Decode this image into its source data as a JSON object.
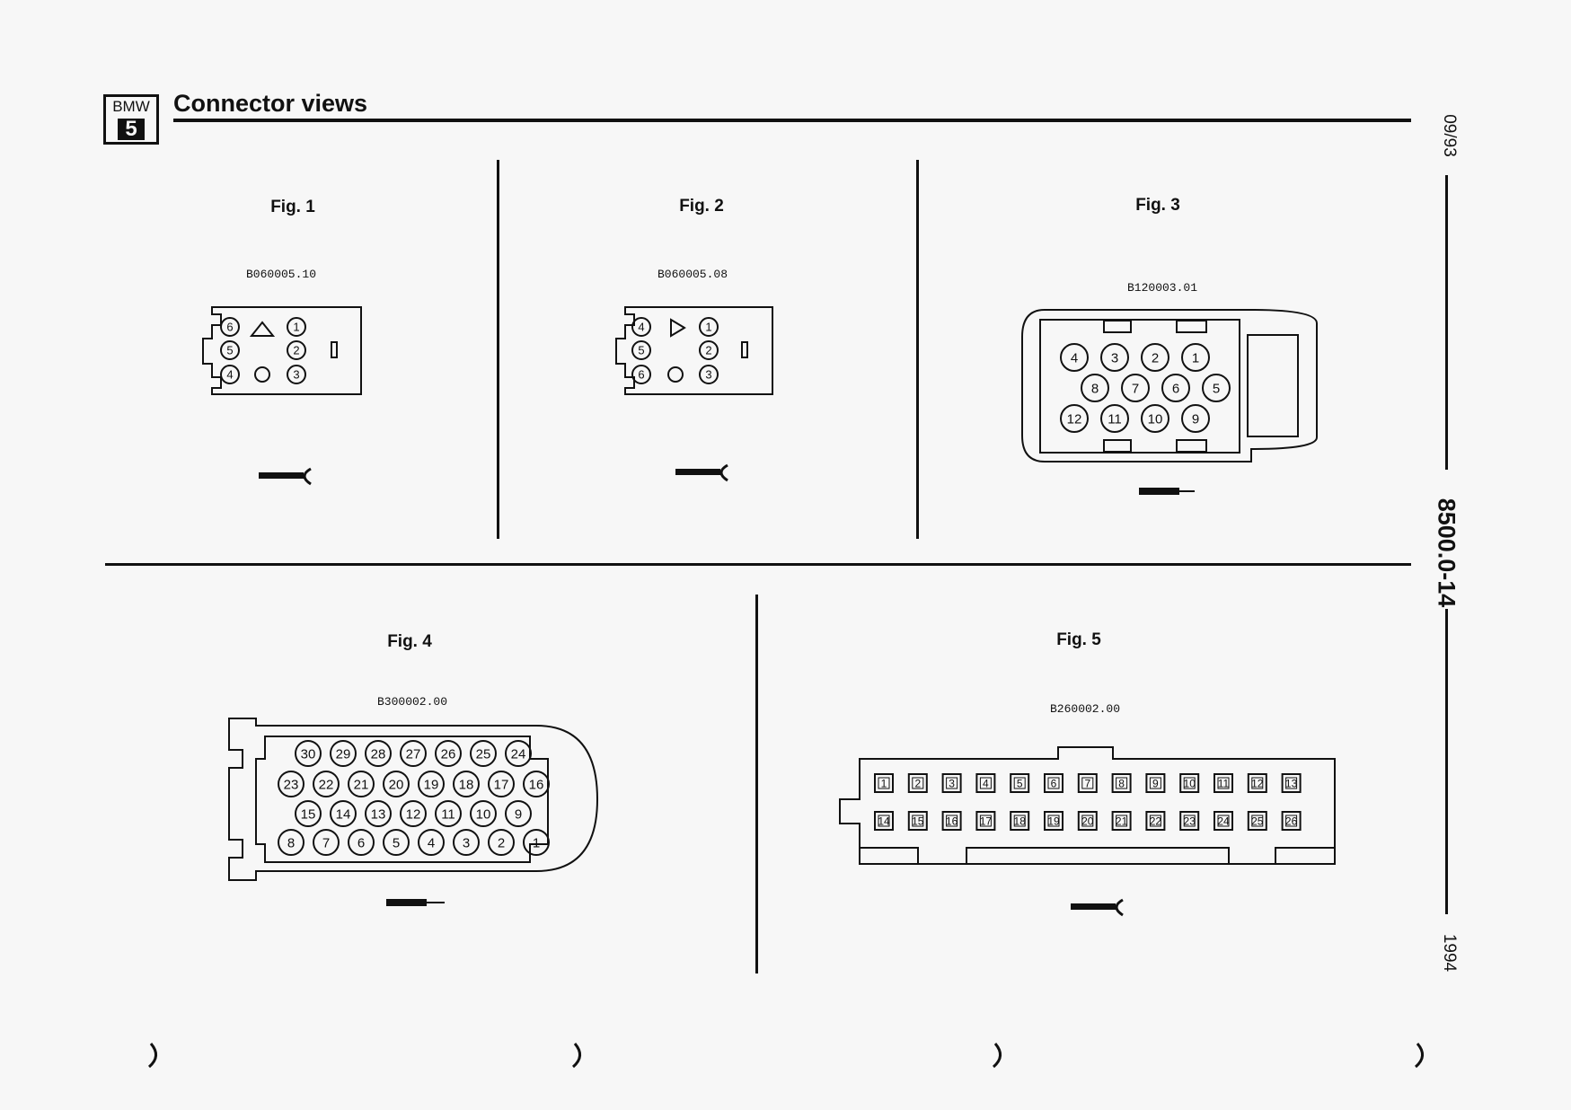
{
  "header": {
    "logo_brand": "BMW",
    "logo_series": "5",
    "title": "Connector views"
  },
  "sidebar": {
    "date": "09/93",
    "page_number": "8500.0-14",
    "year": "1994"
  },
  "figures": [
    {
      "label": "Fig. 1",
      "code": "B060005.10",
      "pins": [
        "6",
        "5",
        "4",
        "1",
        "2",
        "3"
      ]
    },
    {
      "label": "Fig. 2",
      "code": "B060005.08",
      "pins": [
        "4",
        "5",
        "6",
        "1",
        "2",
        "3"
      ]
    },
    {
      "label": "Fig. 3",
      "code": "B120003.01",
      "pins": [
        "4",
        "3",
        "2",
        "1",
        "8",
        "7",
        "6",
        "5",
        "12",
        "11",
        "10",
        "9"
      ]
    },
    {
      "label": "Fig. 4",
      "code": "B300002.00",
      "pins": [
        "30",
        "29",
        "28",
        "27",
        "26",
        "25",
        "24",
        "23",
        "22",
        "21",
        "20",
        "19",
        "18",
        "17",
        "16",
        "15",
        "14",
        "13",
        "12",
        "11",
        "10",
        "9",
        "8",
        "7",
        "6",
        "5",
        "4",
        "3",
        "2",
        "1"
      ]
    },
    {
      "label": "Fig. 5",
      "code": "B260002.00",
      "pins": [
        "1",
        "2",
        "3",
        "4",
        "5",
        "6",
        "7",
        "8",
        "9",
        "10",
        "11",
        "12",
        "13",
        "14",
        "15",
        "16",
        "17",
        "18",
        "19",
        "20",
        "21",
        "22",
        "23",
        "24",
        "25",
        "26"
      ]
    }
  ]
}
